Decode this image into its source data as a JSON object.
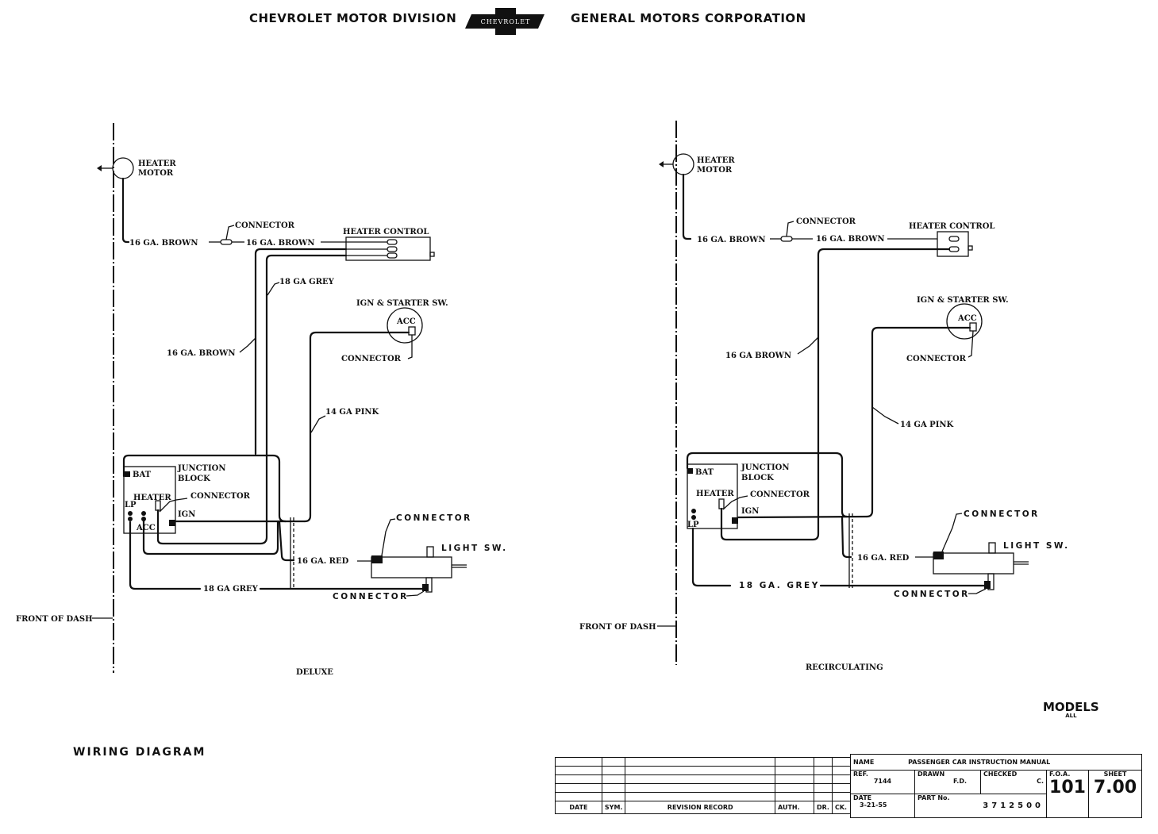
{
  "header": {
    "left": "CHEVROLET MOTOR DIVISION",
    "logo_text": "CHEVROLET",
    "right": "GENERAL MOTORS CORPORATION"
  },
  "diagrams": [
    {
      "caption": "DELUXE",
      "labels": {
        "heater_motor_1": "HEATER",
        "heater_motor_2": "MOTOR",
        "wire_brown_1": "16 GA.  BROWN",
        "connector_top": "CONNECTOR",
        "wire_brown_2": "16 GA.  BROWN",
        "heater_control": "HEATER CONTROL",
        "wire_grey_top": "18 GA GREY",
        "ign_switch": "IGN & STARTER SW.",
        "acc": "ACC",
        "connector_ign": "CONNECTOR",
        "wire_brown_vert": "16 GA.  BROWN",
        "wire_pink": "14 GA PINK",
        "junction_1": "JUNCTION",
        "junction_2": "BLOCK",
        "bat": "BAT",
        "heater": "HEATER",
        "connector_jb": "CONNECTOR",
        "lp": "LP",
        "ign": "IGN",
        "acc_jb": "ACC",
        "connector_light": "CONNECTOR",
        "light_sw": "LIGHT  SW.",
        "wire_red": "16 GA.  RED",
        "wire_grey_bottom": "18 GA GREY",
        "connector_bottom": "CONNECTOR",
        "front_of_dash": "FRONT OF DASH"
      }
    },
    {
      "caption": "RECIRCULATING",
      "labels": {
        "heater_motor_1": "HEATER",
        "heater_motor_2": "MOTOR",
        "wire_brown_1": "16 GA.  BROWN",
        "connector_top": "CONNECTOR",
        "wire_brown_2": "16 GA.  BROWN",
        "heater_control": "HEATER CONTROL",
        "ign_switch": "IGN & STARTER SW.",
        "acc": "ACC",
        "connector_ign": "CONNECTOR",
        "wire_brown_vert": "16 GA BROWN",
        "wire_pink": "14 GA PINK",
        "junction_1": "JUNCTION",
        "junction_2": "BLOCK",
        "bat": "BAT",
        "heater": "HEATER",
        "connector_jb": "CONNECTOR",
        "lp": "LP",
        "ign": "IGN",
        "connector_light": "CONNECTOR",
        "light_sw": "LIGHT  SW.",
        "wire_red": "16 GA.  RED",
        "wire_grey_bottom": "18  GA.  GREY",
        "connector_bottom": "CONNECTOR",
        "front_of_dash": "FRONT OF DASH"
      }
    }
  ],
  "footer": {
    "title": "WIRING  DIAGRAM",
    "models_label": "MODELS",
    "models_value": "ALL"
  },
  "revision_table": {
    "headers": [
      "DATE",
      "SYM.",
      "REVISION RECORD",
      "AUTH.",
      "DR.",
      "CK."
    ],
    "rows": 5
  },
  "title_block": {
    "name_label": "NAME",
    "name_value": "PASSENGER CAR INSTRUCTION MANUAL",
    "ref_label": "REF.",
    "ref_value": "7144",
    "drawn_label": "DRAWN",
    "drawn_value": "F.D.",
    "checked_label": "CHECKED",
    "checked_value": "C.",
    "foa_label": "F.O.A.",
    "foa_value": "101",
    "sheet_label": "SHEET",
    "sheet_value": "7.00",
    "date_label": "DATE",
    "date_value": "3-21-55",
    "part_label": "PART No.",
    "part_value": "3712500"
  }
}
